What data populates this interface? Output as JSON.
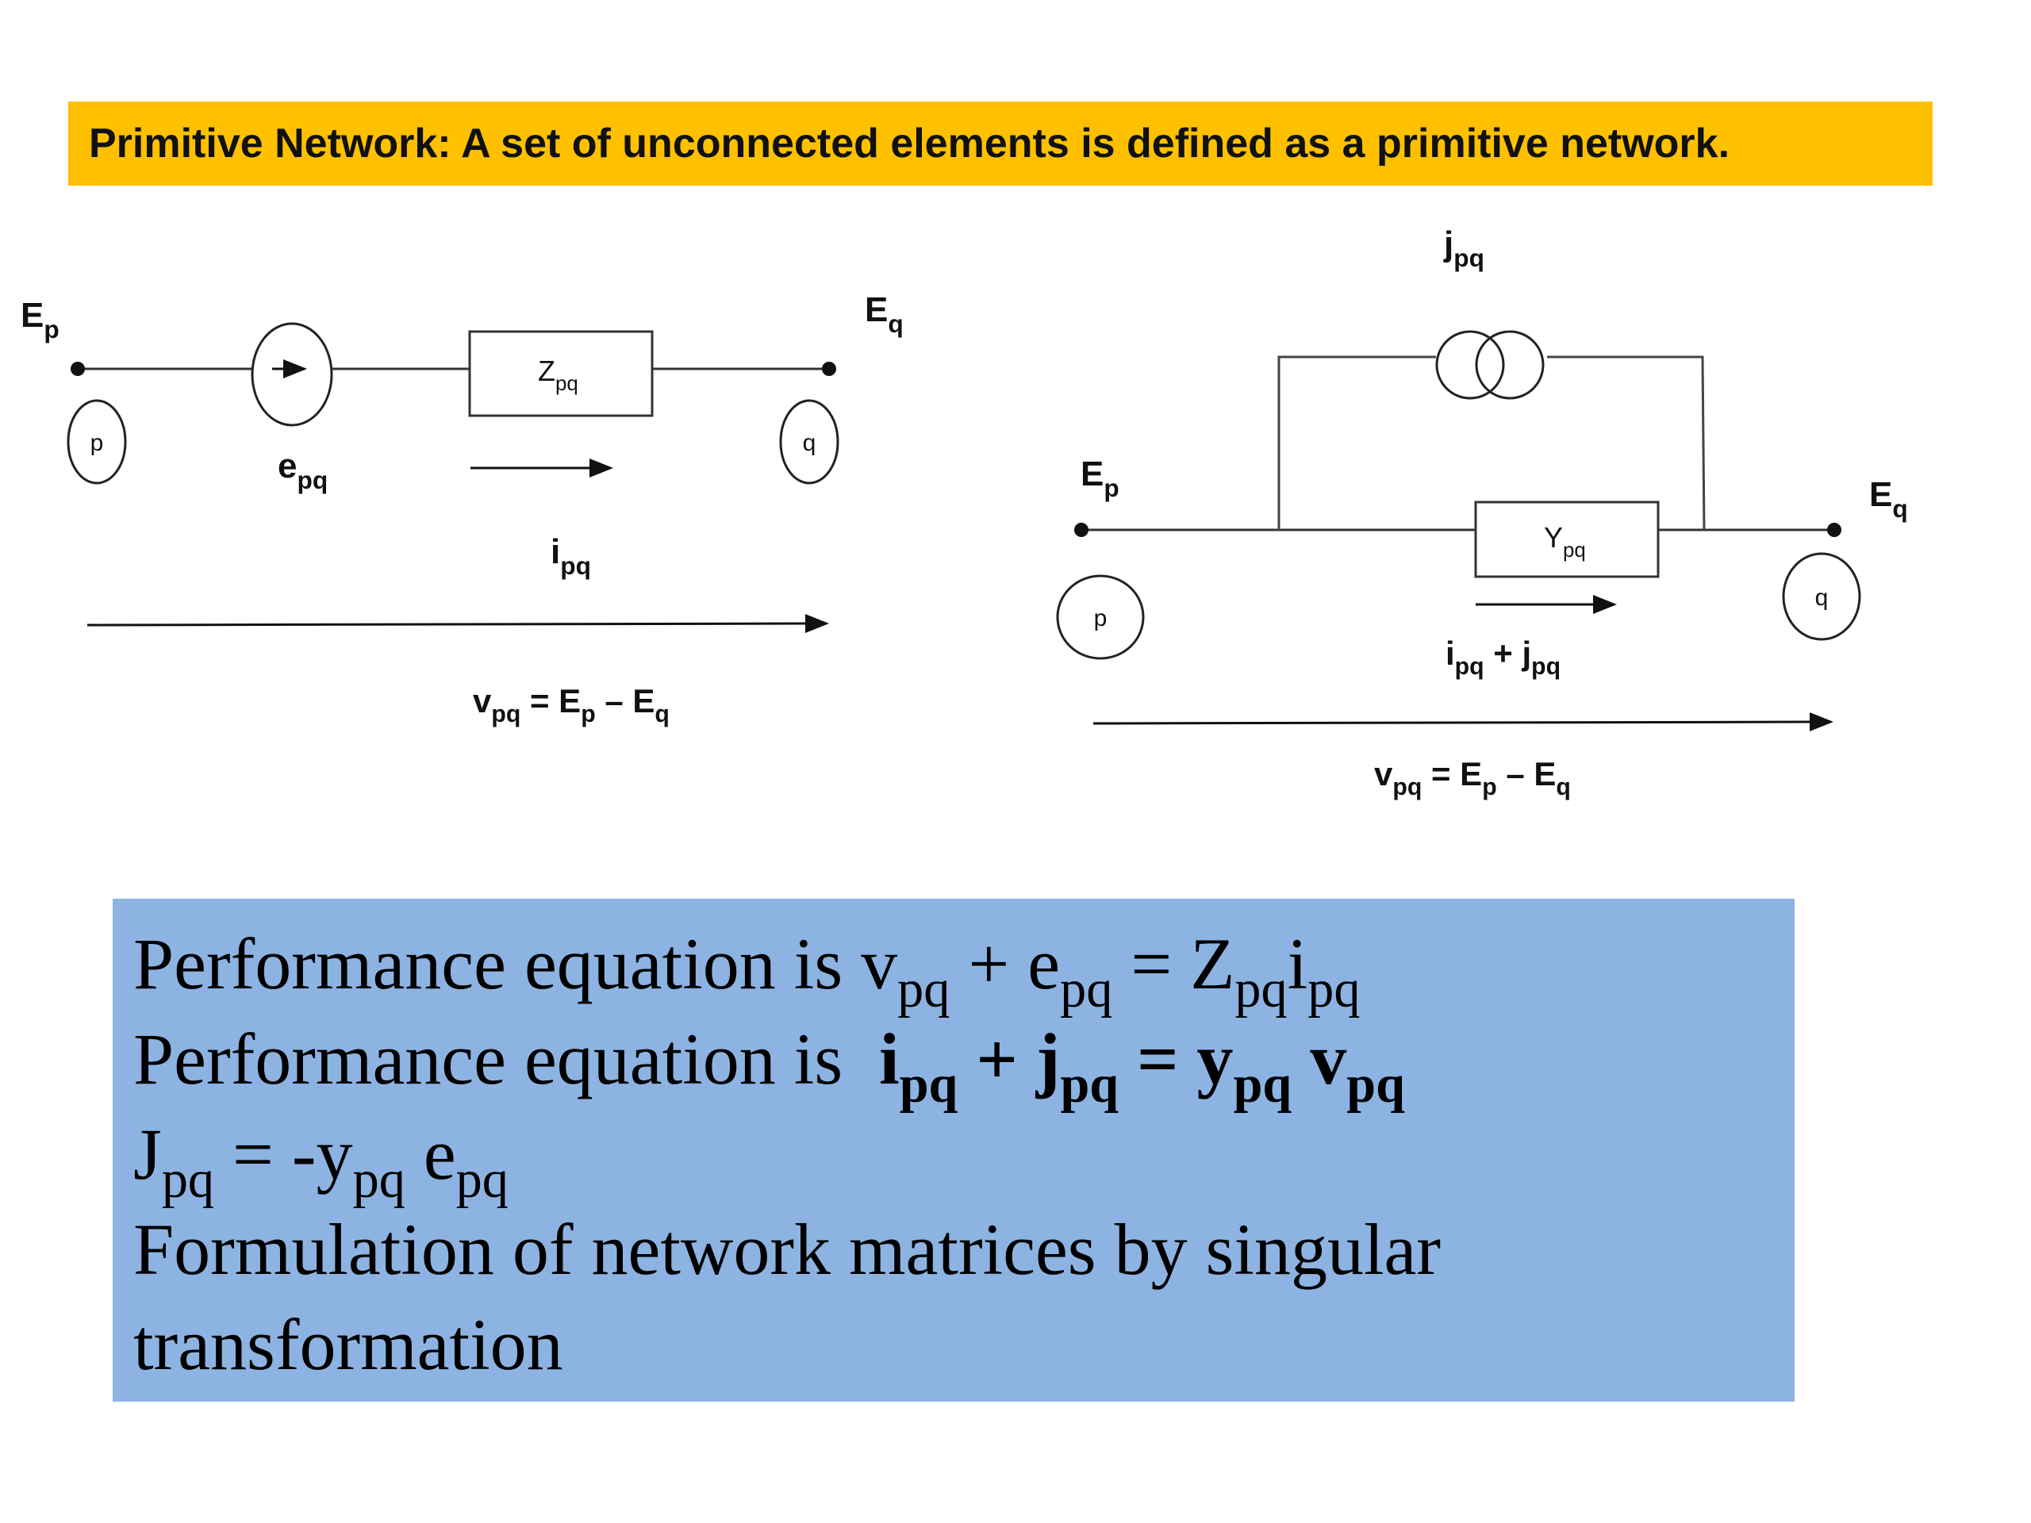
{
  "banner": {
    "text": "Primitive Network: A set of unconnected elements is defined as a primitive network."
  },
  "left_circuit": {
    "node_p_voltage": "E",
    "node_p_voltage_sub": "p",
    "node_q_voltage": "E",
    "node_q_voltage_sub": "q",
    "node_p": "p",
    "node_q": "q",
    "impedance": "Z",
    "impedance_sub": "pq",
    "source": "e",
    "source_sub": "pq",
    "current": "i",
    "current_sub": "pq",
    "voltage_eq": {
      "v": "v",
      "v_sub": "pq",
      "mid": " = E",
      "p_sub": "p",
      "minus": " – E",
      "q_sub": "q"
    }
  },
  "right_circuit": {
    "node_p_voltage": "E",
    "node_p_voltage_sub": "p",
    "node_q_voltage": "E",
    "node_q_voltage_sub": "q",
    "node_p": "p",
    "node_q": "q",
    "admittance": "Y",
    "admittance_sub": "pq",
    "source": "j",
    "source_sub": "pq",
    "current": {
      "i": "i",
      "i_sub": "pq",
      "plus": " + j",
      "j_sub": "pq"
    },
    "voltage_eq": {
      "v": "v",
      "v_sub": "pq",
      "mid": " = E",
      "p_sub": "p",
      "minus": " – E",
      "q_sub": "q"
    }
  },
  "equations": {
    "line1": {
      "prefix": "Performance equation is v",
      "s1": "pq",
      "t1": " + e",
      "s2": "pq",
      "t2": " = Z",
      "s3": "pq",
      "t3": "i",
      "s4": "pq"
    },
    "line2": {
      "prefix": "Performance equation is  ",
      "b1": "i",
      "s1": "pq",
      "b2": " + j",
      "s2": "pq",
      "b3": " = y",
      "s3": "pq",
      "b4": " v",
      "s4": "pq"
    },
    "line3": {
      "t1": "J",
      "s1": "pq",
      "t2": " = -y",
      "s2": "pq",
      "t3": " e",
      "s3": "pq"
    },
    "line4": "Formulation of network matrices by singular",
    "line5": "transformation"
  },
  "colors": {
    "banner_bg": "#ffc000",
    "equation_bg": "#8db3e2"
  }
}
